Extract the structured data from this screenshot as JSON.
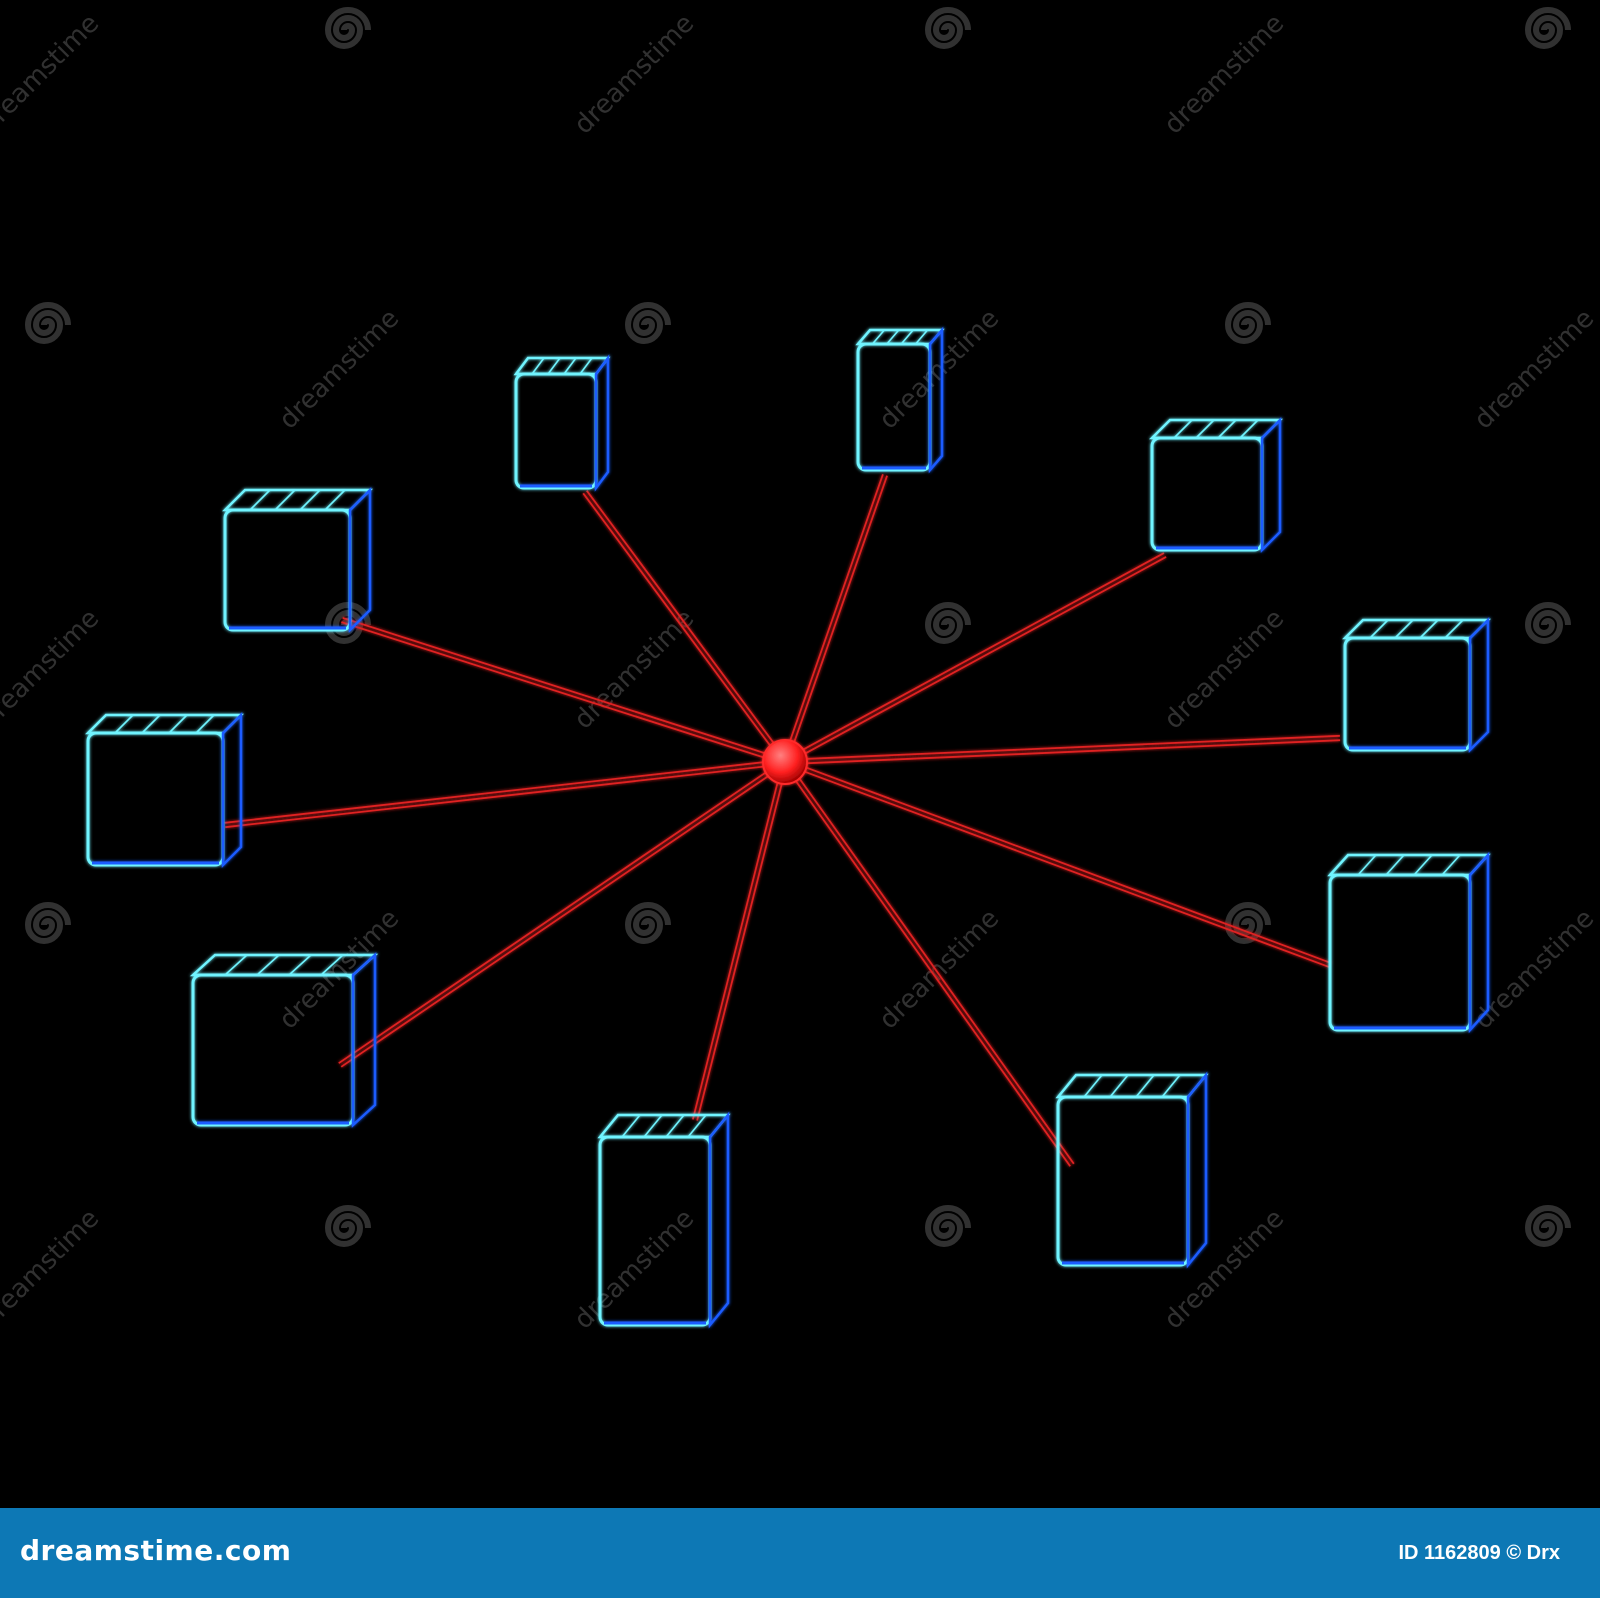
{
  "diagram": {
    "hub_color": "#ff2a2a",
    "link_color": "#e02020",
    "node_color_light": "#6ff4ff",
    "node_color_dark": "#1a5cff",
    "nodes": [
      {
        "id": "node-1"
      },
      {
        "id": "node-2"
      },
      {
        "id": "node-3"
      },
      {
        "id": "node-4"
      },
      {
        "id": "node-5"
      },
      {
        "id": "node-6"
      },
      {
        "id": "node-7"
      },
      {
        "id": "node-8"
      },
      {
        "id": "node-9"
      },
      {
        "id": "node-10"
      }
    ]
  },
  "watermark": {
    "text": "dreamstime",
    "icon": "spiral-icon",
    "color": "#5a5a5a"
  },
  "footer": {
    "logo_text": "dreamstime.com",
    "id_text": "ID 1162809 © Drx",
    "background": "#0d78b5"
  }
}
